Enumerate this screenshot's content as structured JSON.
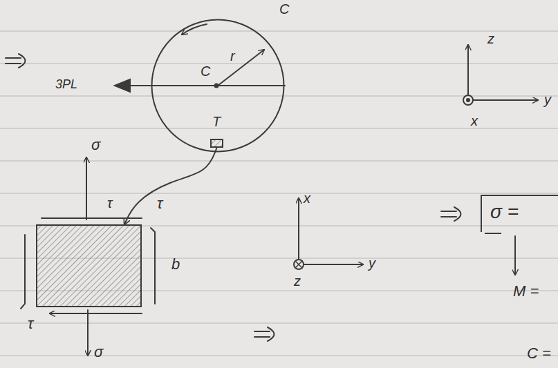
{
  "diagram": {
    "nodes": [
      {
        "text": [
          "C"
        ]
      },
      {
        "text": [
          "T"
        ]
      },
      {
        "text": [
          "b"
        ]
      },
      {
        "text": [
          "σ ="
        ]
      }
    ],
    "edges": [
      {
        "from": 1,
        "to": 2,
        "arrow": "to"
      }
    ],
    "labels": [
      "C",
      "r",
      "3PL",
      "z",
      "y",
      "x",
      "σ",
      "τ",
      "τ",
      "τ",
      "σ",
      "x",
      "y",
      "z",
      "M =",
      "C ="
    ]
  }
}
